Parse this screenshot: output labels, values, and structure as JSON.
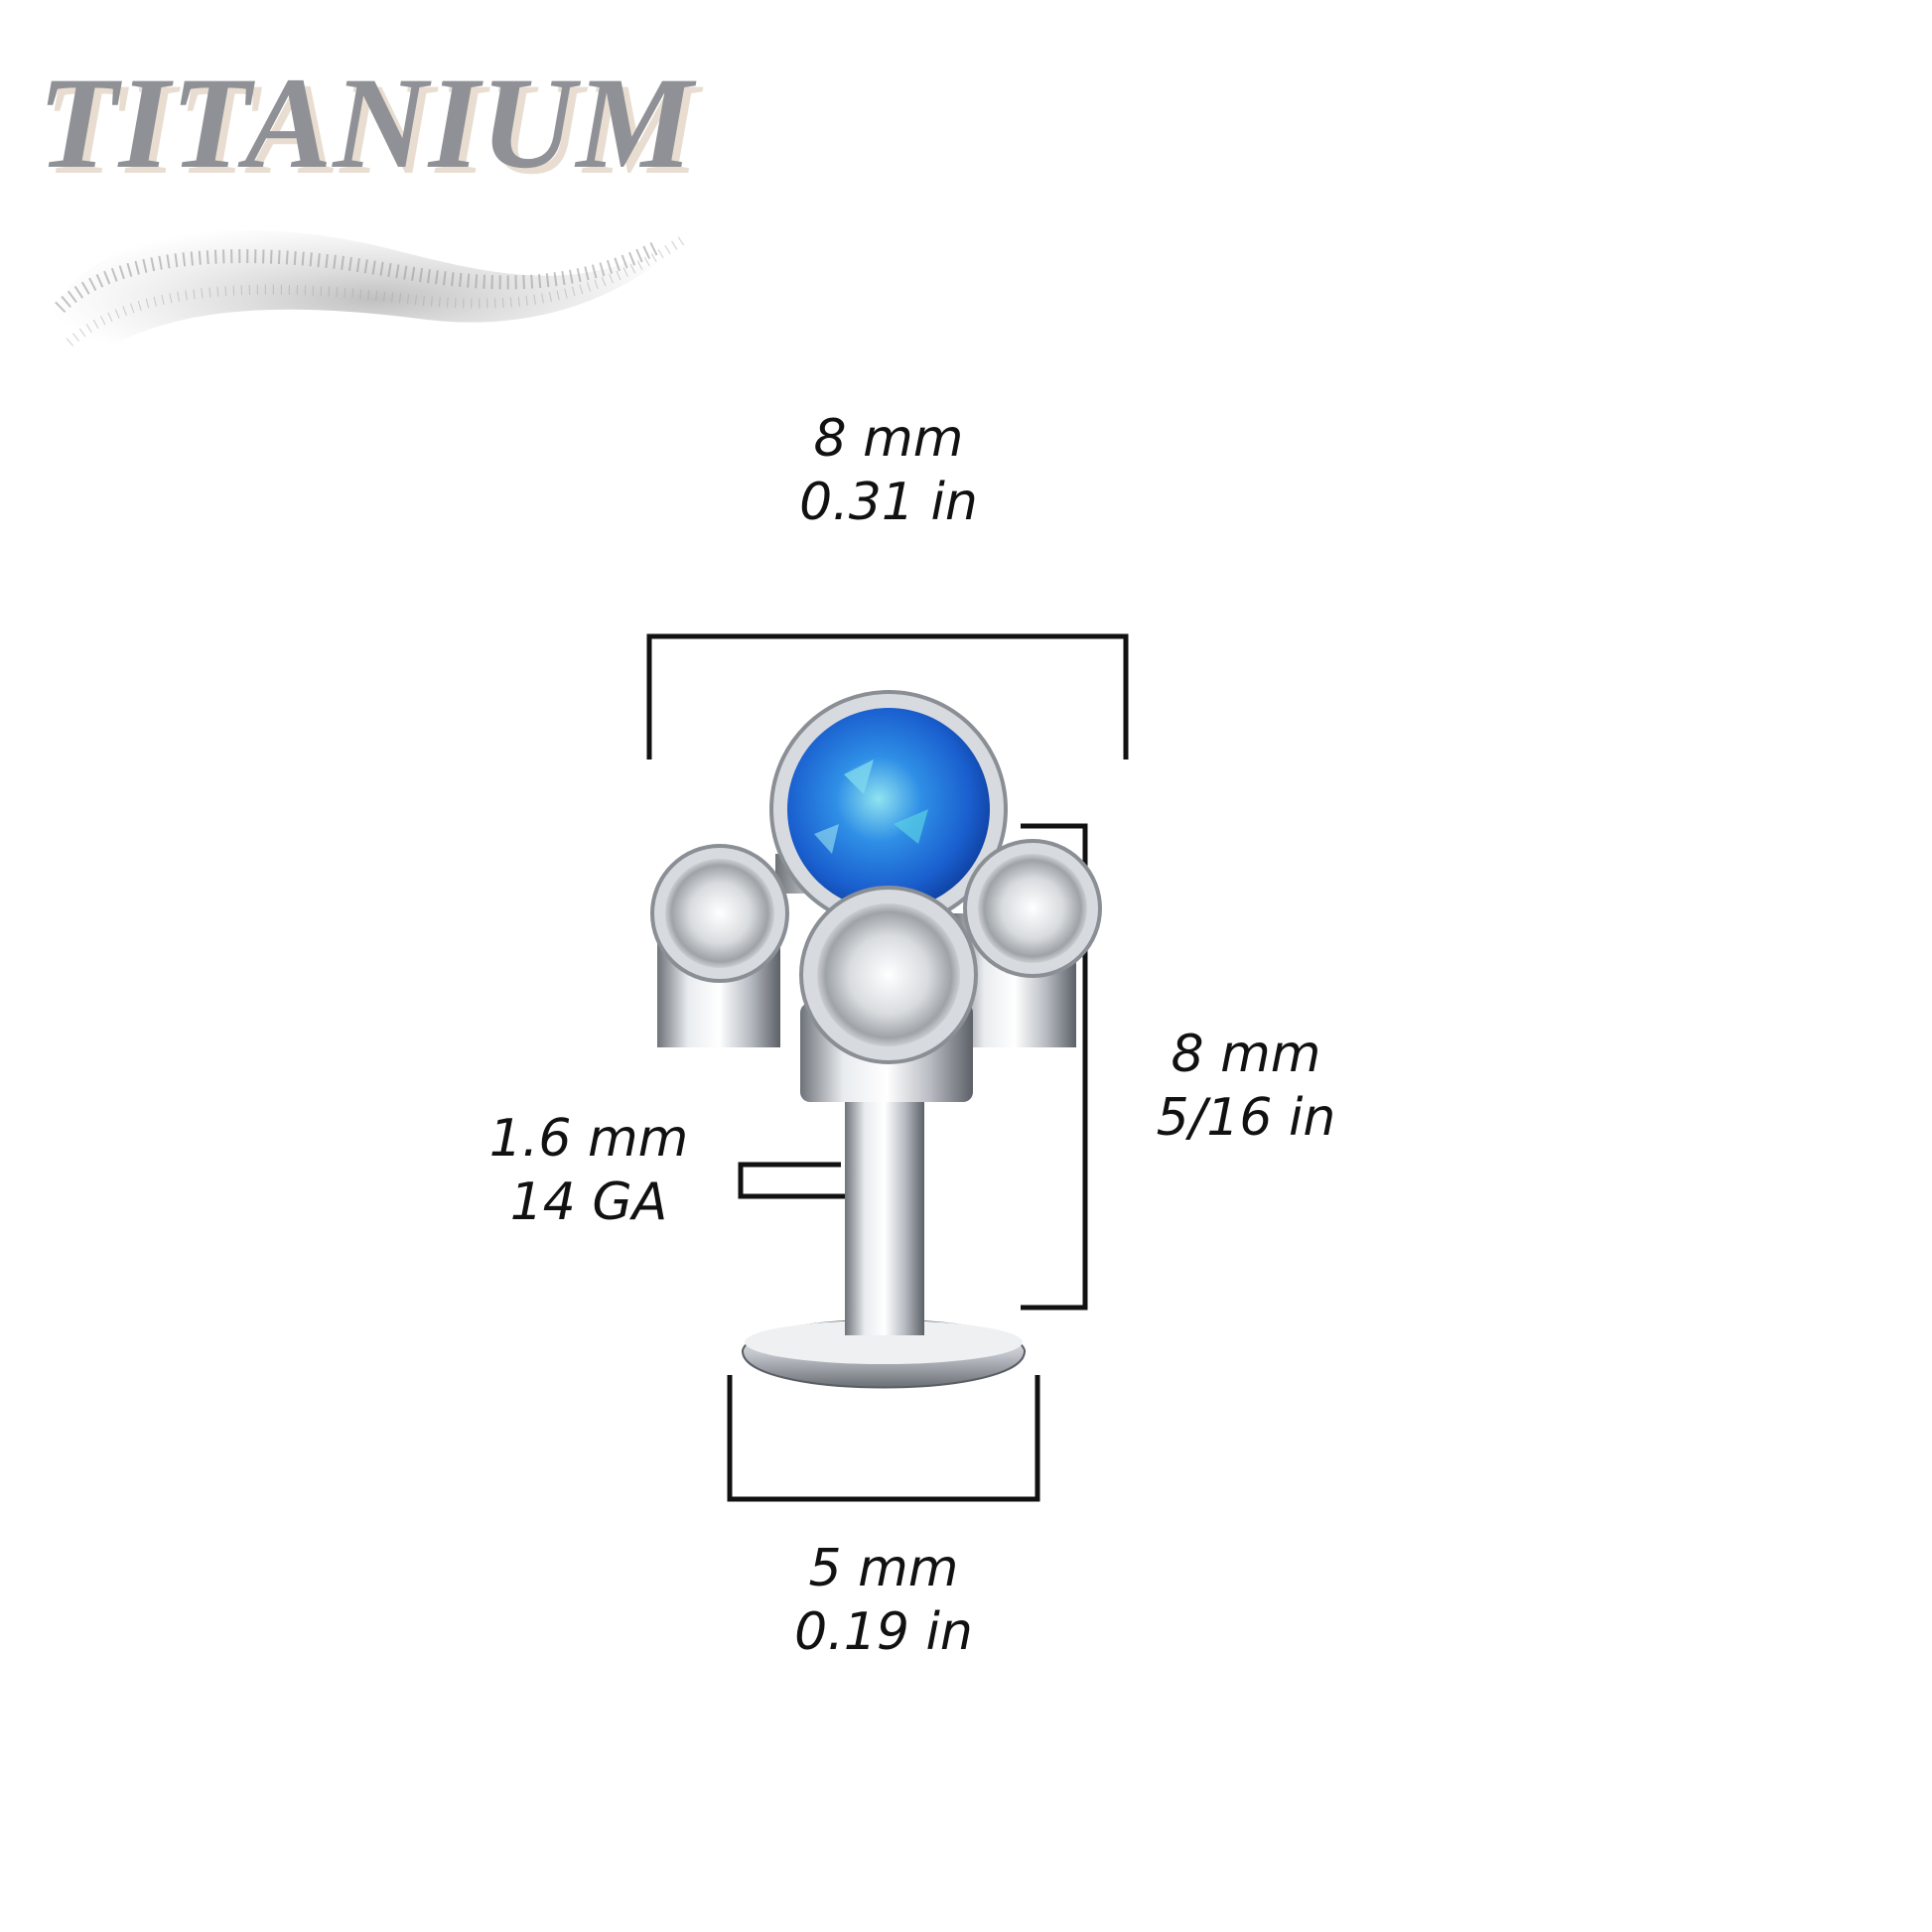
{
  "brand": {
    "title": "TITANIUM",
    "title_color": "#8f9196",
    "shadow_color": "#e8ddd0"
  },
  "product": {
    "center_stone_color": "#1f6fd8",
    "side_stone_color": "#f4f4f4",
    "metal_color": "#c9ccd1"
  },
  "dimensions": {
    "top_width": {
      "metric": "8 mm",
      "imperial": "0.31 in"
    },
    "post_length": {
      "metric": "8 mm",
      "imperial": "5/16 in"
    },
    "gauge": {
      "metric": "1.6 mm",
      "imperial": "14 GA"
    },
    "disc_width": {
      "metric": "5 mm",
      "imperial": "0.19 in"
    }
  }
}
